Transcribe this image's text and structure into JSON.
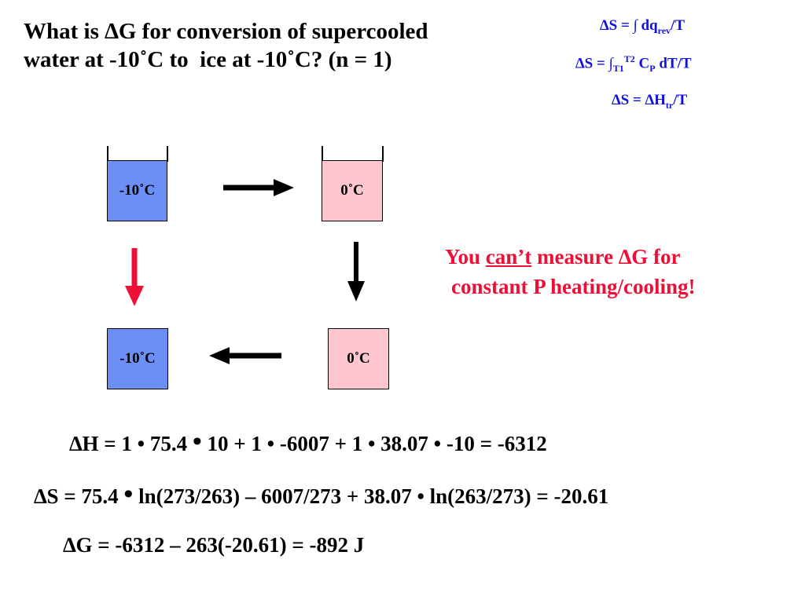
{
  "question": {
    "line1": "What is ∆G for conversion of supercooled",
    "line2": "water at -10˚C to  ice at -10˚C? (n = 1)"
  },
  "formulas": {
    "f1": {
      "pre": "∆S = ∫ dq",
      "sub": "rev",
      "post": "/T"
    },
    "f2": {
      "pre": "∆S = ∫",
      "sub": "T1",
      "sup": "T2",
      "mid": " C",
      "sub2": "P",
      "post": " dT/T"
    },
    "f3": {
      "pre": "∆S = ∆H",
      "sub": "tr",
      "post": "/T"
    }
  },
  "beakers": {
    "top_left": "-10˚C",
    "top_right": "0˚C",
    "bottom_left": "-10˚C",
    "bottom_right": "0˚C"
  },
  "note": {
    "part1": "You ",
    "underlined": "can’t",
    "part2": " measure ∆G for",
    "line2": "constant P heating/cooling!"
  },
  "equations": {
    "dH": {
      "a": "∆H = 1 • 75.4 ",
      "dot": "•",
      "b": " 10 + 1 • -6007 + 1 • 38.07 • -10 = -6312"
    },
    "dS": {
      "a": "∆S = 75.4 ",
      "dot": "•",
      "b": " ln(273/263) – 6007/273 + 38.07 • ln(263/273) = -20.61"
    },
    "dG": "∆G = -6312 – 263(-20.61) = -892 J"
  },
  "colors": {
    "formula_blue": "#1010e0",
    "note_red": "#ef0f36",
    "water_blue": "#6b8ff5",
    "ice_pink": "#ffc6d0",
    "red_arrow": "#ef0f36"
  }
}
